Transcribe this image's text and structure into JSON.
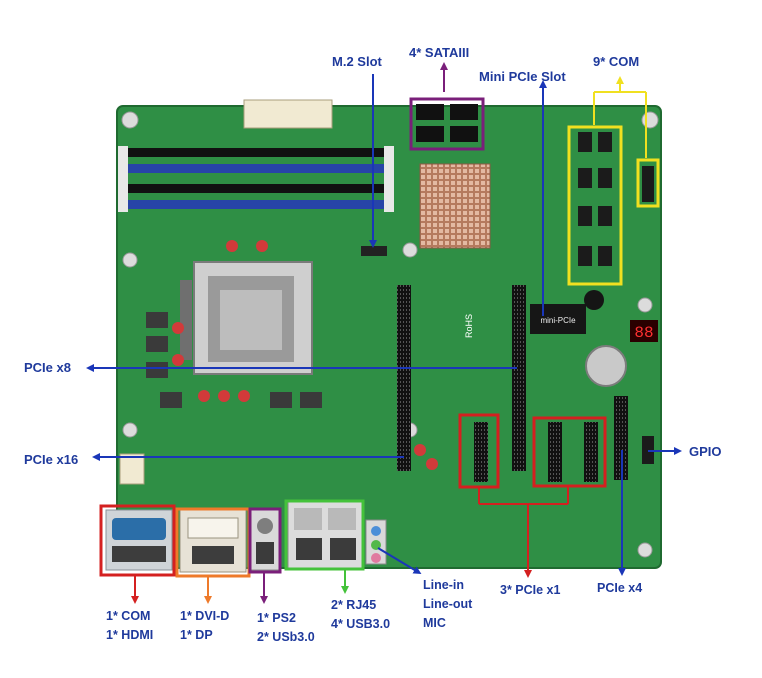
{
  "diagram": {
    "labels": {
      "m2_slot": "M.2 Slot",
      "sata": "4* SATAIII",
      "mini_pcie": "Mini PCIe Slot",
      "com9": "9* COM",
      "pcie_x8": "PCIe x8",
      "pcie_x16": "PCIe x16",
      "gpio": "GPIO",
      "com_hdmi_1": "1* COM",
      "com_hdmi_2": "1* HDMI",
      "dvi_dp_1": "1* DVI-D",
      "dvi_dp_2": "1* DP",
      "ps2_usb_1": "1* PS2",
      "ps2_usb_2": "2* USb3.0",
      "rj45_usb_1": "2* RJ45",
      "rj45_usb_2": "4* USB3.0",
      "audio_1": "Line-in",
      "audio_2": "Line-out",
      "audio_3": "MIC",
      "pcie_x1": "3* PCIe x1",
      "pcie_x4": "PCIe x4"
    },
    "board_markings": {
      "rohs": "RoHS",
      "minipcie": "mini-PCIe",
      "led": "88"
    },
    "colors": {
      "board": "#2f8f45",
      "label": "#1f3a9c",
      "blue_arrow": "#1a36b8",
      "red_box": "#d42020",
      "orange_box": "#ee7a2a",
      "purple_box": "#7a1f7a",
      "green_box": "#44c23a",
      "yellow_box": "#f0e020"
    }
  }
}
